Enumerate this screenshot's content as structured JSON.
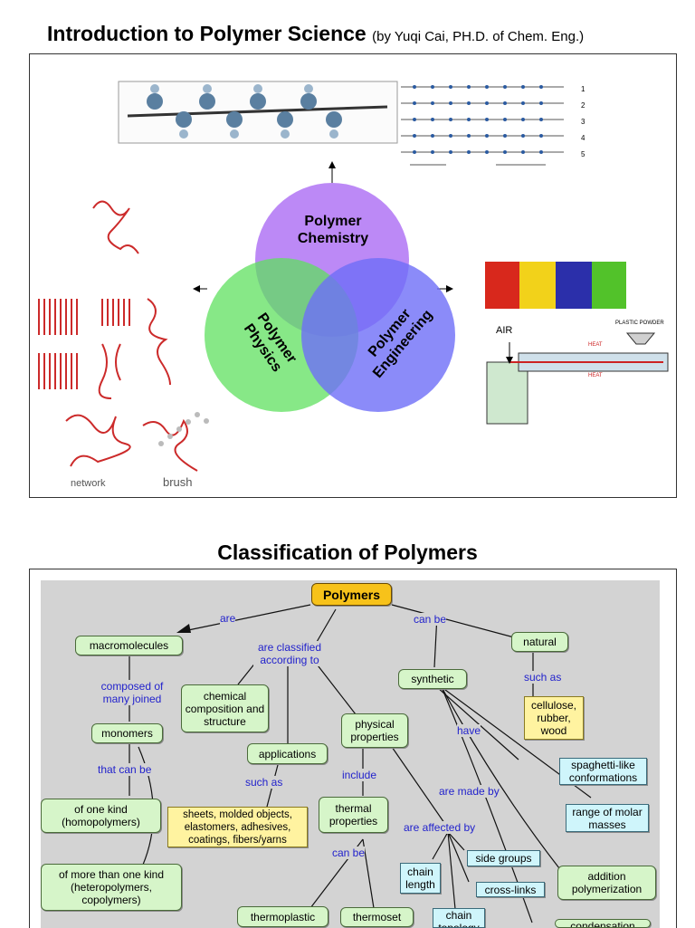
{
  "section1": {
    "title": "Introduction to Polymer Science",
    "subtitle": "(by Yuqi Cai, PH.D. of Chem. Eng.)",
    "venn": {
      "chemistry": "Polymer Chemistry",
      "physics": "Polymer Physics",
      "engineering": "Polymer Engineering"
    },
    "chain_rows": [
      "1",
      "2",
      "3",
      "4",
      "5"
    ],
    "morphology": {
      "network": "network",
      "brush": "brush"
    },
    "extruder": {
      "air": "AIR",
      "powder": "PLASTIC POWDER",
      "heat": "HEAT"
    },
    "colors": {
      "chemistry": "#b57cf5",
      "physics": "#5fe05f",
      "engineering": "#6e6ef7"
    }
  },
  "section2": {
    "title": "Classification of Polymers",
    "nodes": {
      "polymers": "Polymers",
      "macromolecules": "macromolecules",
      "monomers": "monomers",
      "one_kind": "of one kind (homopolymers)",
      "more_kinds": "of more than one kind (heteropolymers, copolymers)",
      "chemical": "chemical composition and structure",
      "applications": "applications",
      "sheets": "sheets, molded objects, elastomers, adhesives, coatings, fibers/yarns",
      "physical": "physical properties",
      "thermal": "thermal properties",
      "thermoplastic": "thermoplastic",
      "thermoset": "thermoset",
      "chain_length": "chain length",
      "side_groups": "side groups",
      "cross_links": "cross-links",
      "chain_topology": "chain topology",
      "synthetic": "synthetic",
      "natural": "natural",
      "cellulose": "cellulose, rubber, wood",
      "spaghetti": "spaghetti-like conformations",
      "molar": "range of molar masses",
      "addition": "addition polymerization",
      "condensation": "condensation"
    },
    "links": {
      "are": "are",
      "can_be": "can be",
      "classified": "are classified according to",
      "composed": "composed of many joined",
      "that_can_be": "that can be",
      "such_as_1": "such as",
      "such_as_2": "such as",
      "include": "include",
      "can_be_2": "can be",
      "affected": "are affected by",
      "have": "have",
      "made_by": "are made by"
    }
  }
}
